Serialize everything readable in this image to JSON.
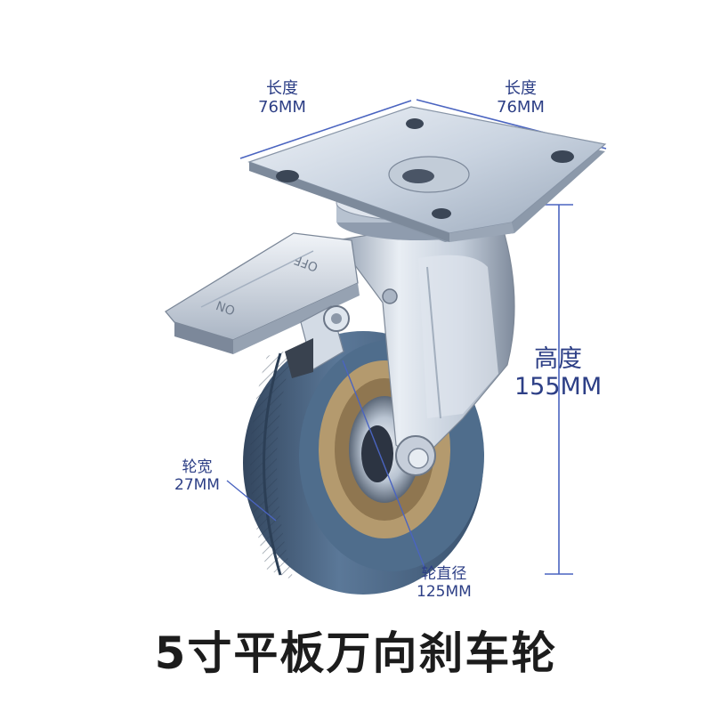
{
  "dimensions": {
    "length_left": {
      "name": "长度",
      "value": "76MM"
    },
    "length_right": {
      "name": "长度",
      "value": "76MM"
    },
    "height": {
      "name": "高度",
      "value": "155MM"
    },
    "wheel_width": {
      "name": "轮宽",
      "value": "27MM"
    },
    "wheel_diameter": {
      "name": "轮直径",
      "value": "125MM"
    }
  },
  "brake_markings": {
    "off": "OFF",
    "on": "ON"
  },
  "title": "5寸平板万向刹车轮",
  "colors": {
    "dimension_line": "#4a64c0",
    "dimension_text": "#2d3f86",
    "tire": "#4c6987",
    "rim": "#b49a6e",
    "metal": "#c9d4e2"
  }
}
